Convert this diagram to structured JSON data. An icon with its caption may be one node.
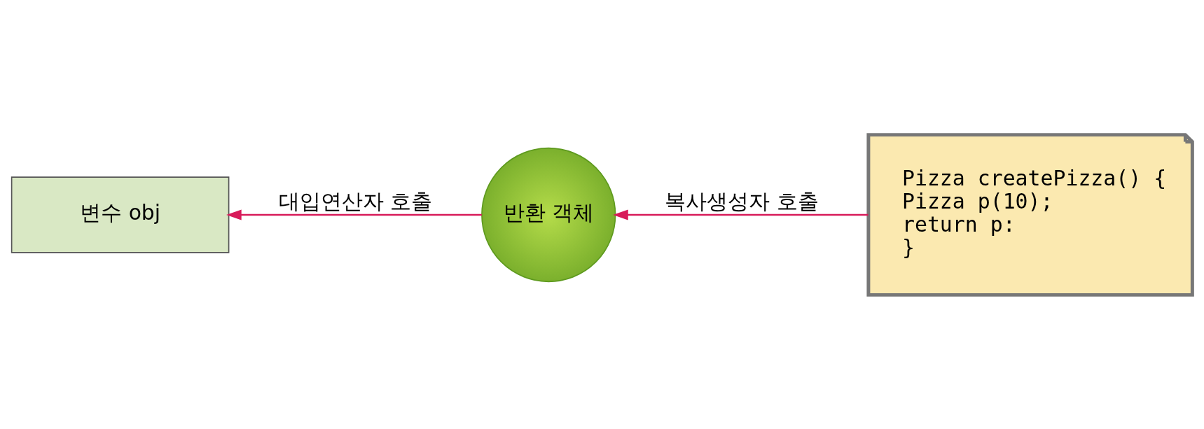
{
  "diagram": {
    "nodes": [
      {
        "text": [
          "변수 obj"
        ]
      },
      {
        "text": [
          "반환 객체"
        ]
      },
      {
        "text": [
          "Pizza createPizza() {",
          "Pizza p(10);",
          "return p:",
          "}"
        ]
      }
    ],
    "edges": [
      {
        "from": 1,
        "to": 0,
        "arrow": "to",
        "label": "대입연산자 호출"
      },
      {
        "from": 2,
        "to": 1,
        "arrow": "to",
        "label": "복사생성자 호출"
      }
    ]
  }
}
